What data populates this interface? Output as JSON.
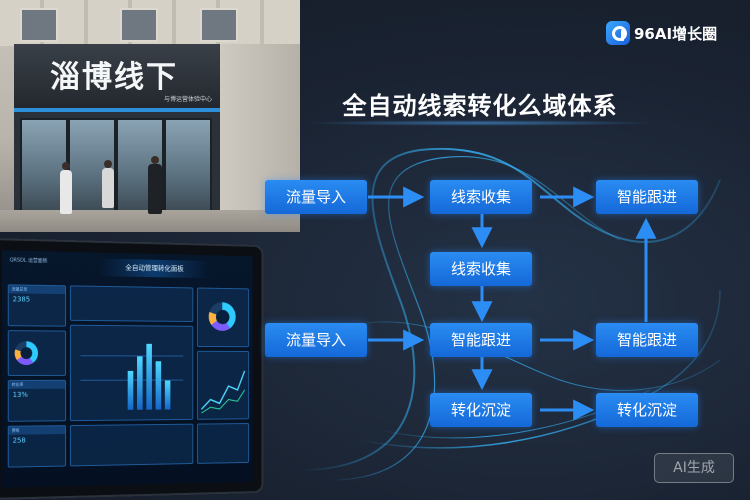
{
  "brand": {
    "name": "96AI增长圈",
    "logo_icon": "infinity-9-logo-icon"
  },
  "headline": "全自动线索转化么域体系",
  "store": {
    "sign_text": "淄博线下",
    "sign_subtext": "与博运营体验中心"
  },
  "dashboard": {
    "title": "全自动管理转化面板",
    "brand_label": "QRSDL 运营面板",
    "panels": [
      {
        "label": "流量总览",
        "value": "2385"
      },
      {
        "label": "转化率",
        "value": "13%"
      },
      {
        "label": "营收",
        "value": "258"
      }
    ]
  },
  "flow": {
    "nodes": [
      {
        "id": "traffic-1",
        "label": "流量导入"
      },
      {
        "id": "collect-1",
        "label": "线索收集"
      },
      {
        "id": "follow-1",
        "label": "智能跟进"
      },
      {
        "id": "collect-2",
        "label": "线索收集"
      },
      {
        "id": "traffic-2",
        "label": "流量导入"
      },
      {
        "id": "follow-2",
        "label": "智能跟进"
      },
      {
        "id": "follow-3",
        "label": "智能跟进"
      },
      {
        "id": "convert-1",
        "label": "转化沉淀"
      },
      {
        "id": "convert-2",
        "label": "转化沉淀"
      }
    ]
  },
  "watermark": "AI生成",
  "colors": {
    "accent": "#1a7bea",
    "background": "#1a2330",
    "glow": "#37b8ff"
  }
}
